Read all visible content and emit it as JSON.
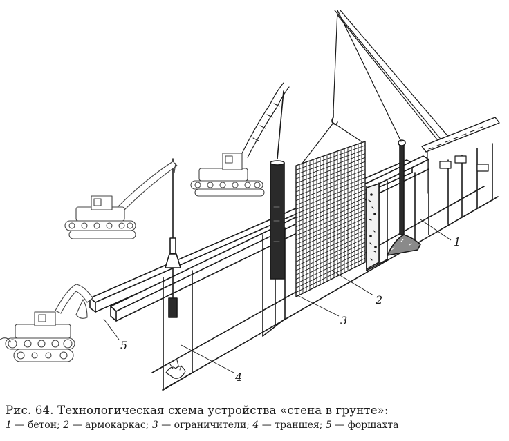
{
  "figure": {
    "labels": {
      "l1": "1",
      "l2": "2",
      "l3": "3",
      "l4": "4",
      "l5": "5"
    }
  },
  "caption": {
    "title": "Рис. 64. Технологическая схема устройства «стена в грунте»:",
    "legend": [
      {
        "num": "1",
        "text": "бетон;"
      },
      {
        "num": "2",
        "text": "армокаркас;"
      },
      {
        "num": "3",
        "text": "ограничители;"
      },
      {
        "num": "4",
        "text": "траншея;"
      },
      {
        "num": "5",
        "text": "форшахта"
      }
    ]
  }
}
